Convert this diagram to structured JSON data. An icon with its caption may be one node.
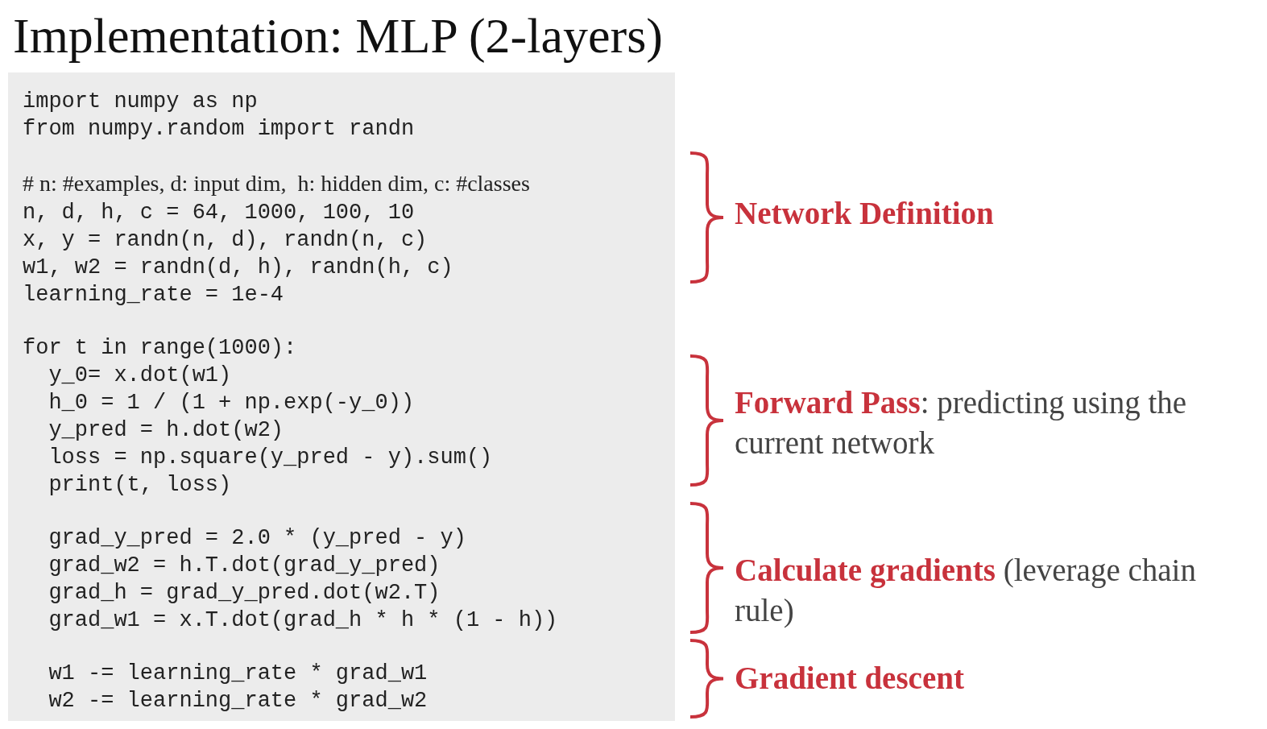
{
  "diagram": {
    "title": "Implementation: MLP (2-layers)",
    "labels": [
      "import numpy as np",
      "from numpy.random import randn",
      "# n: #examples, d: input dim,  h: hidden dim, c: #classes",
      "n, d, h, c = 64, 1000, 100, 10",
      "x, y = randn(n, d), randn(n, c)",
      "w1, w2 = randn(d, h), randn(h, c)",
      "learning_rate = 1e-4",
      "for t in range(1000):",
      "  y_0= x.dot(w1)",
      "  h_0 = 1 / (1 + np.exp(-y_0))",
      "  y_pred = h.dot(w2)",
      "  loss = np.square(y_pred - y).sum()",
      "  print(t, loss)",
      "  grad_y_pred = 2.0 * (y_pred - y)",
      "  grad_w2 = h.T.dot(grad_y_pred)",
      "  grad_h = grad_y_pred.dot(w2.T)",
      "  grad_w1 = x.T.dot(grad_h * h * (1 - h))",
      "  w1 -= learning_rate * grad_w1",
      "  w2 -= learning_rate * grad_w2",
      "**Network Definition**",
      "**Forward Pass**: predicting using the current network",
      "**Calculate gradients** (leverage chain rule)",
      "**Gradient descent**"
    ]
  }
}
